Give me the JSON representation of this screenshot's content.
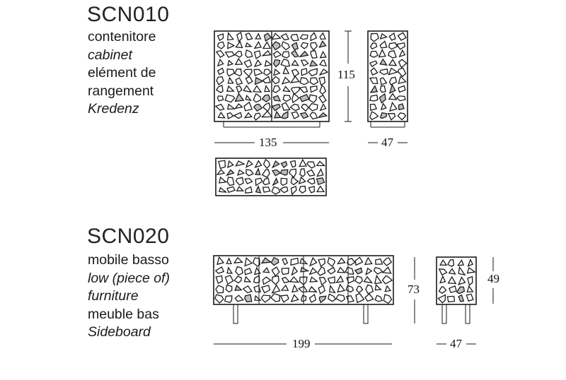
{
  "products": [
    {
      "code": "SCN010",
      "names": [
        {
          "text": "contenitore",
          "italic": false
        },
        {
          "text": "cabinet",
          "italic": true
        },
        {
          "text": "elément de",
          "italic": false
        },
        {
          "text": "rangement",
          "italic": false
        },
        {
          "text": "Kredenz",
          "italic": true
        }
      ],
      "dimensions": {
        "width": "135",
        "height": "115",
        "depth": "47"
      }
    },
    {
      "code": "SCN020",
      "names": [
        {
          "text": "mobile basso",
          "italic": false
        },
        {
          "text": "low (piece of)",
          "italic": true
        },
        {
          "text": "furniture",
          "italic": true
        },
        {
          "text": "meuble bas",
          "italic": false
        },
        {
          "text": "Sideboard",
          "italic": true
        }
      ],
      "dimensions": {
        "width": "199",
        "height": "73",
        "height_side": "49",
        "depth": "47"
      }
    }
  ]
}
